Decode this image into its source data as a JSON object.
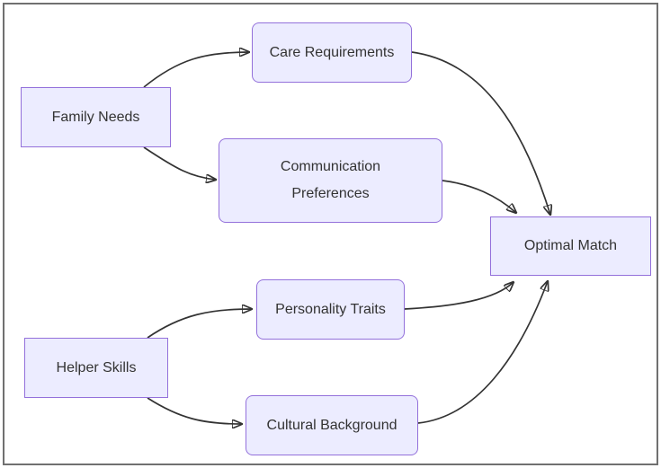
{
  "diagram": {
    "type": "flowchart",
    "nodes": {
      "family_needs": {
        "label": "Family Needs",
        "shape": "rect"
      },
      "care_requirements": {
        "label": "Care Requirements",
        "shape": "rounded"
      },
      "communication_preferences": {
        "label": "Communication Preferences",
        "shape": "rounded"
      },
      "optimal_match": {
        "label": "Optimal Match",
        "shape": "rect"
      },
      "helper_skills": {
        "label": "Helper Skills",
        "shape": "rect"
      },
      "personality_traits": {
        "label": "Personality Traits",
        "shape": "rounded"
      },
      "cultural_background": {
        "label": "Cultural Background",
        "shape": "rounded"
      }
    },
    "edges": [
      {
        "from": "Family Needs",
        "to": "Care Requirements"
      },
      {
        "from": "Family Needs",
        "to": "Communication Preferences"
      },
      {
        "from": "Helper Skills",
        "to": "Personality Traits"
      },
      {
        "from": "Helper Skills",
        "to": "Cultural Background"
      },
      {
        "from": "Care Requirements",
        "to": "Optimal Match"
      },
      {
        "from": "Communication Preferences",
        "to": "Optimal Match"
      },
      {
        "from": "Personality Traits",
        "to": "Optimal Match"
      },
      {
        "from": "Cultural Background",
        "to": "Optimal Match"
      }
    ],
    "colors": {
      "node_fill": "#ECECFF",
      "node_border": "#9370DB",
      "edge_stroke": "#333333",
      "text": "#333333",
      "frame_border": "#707070",
      "background": "#FFFFFF"
    }
  }
}
